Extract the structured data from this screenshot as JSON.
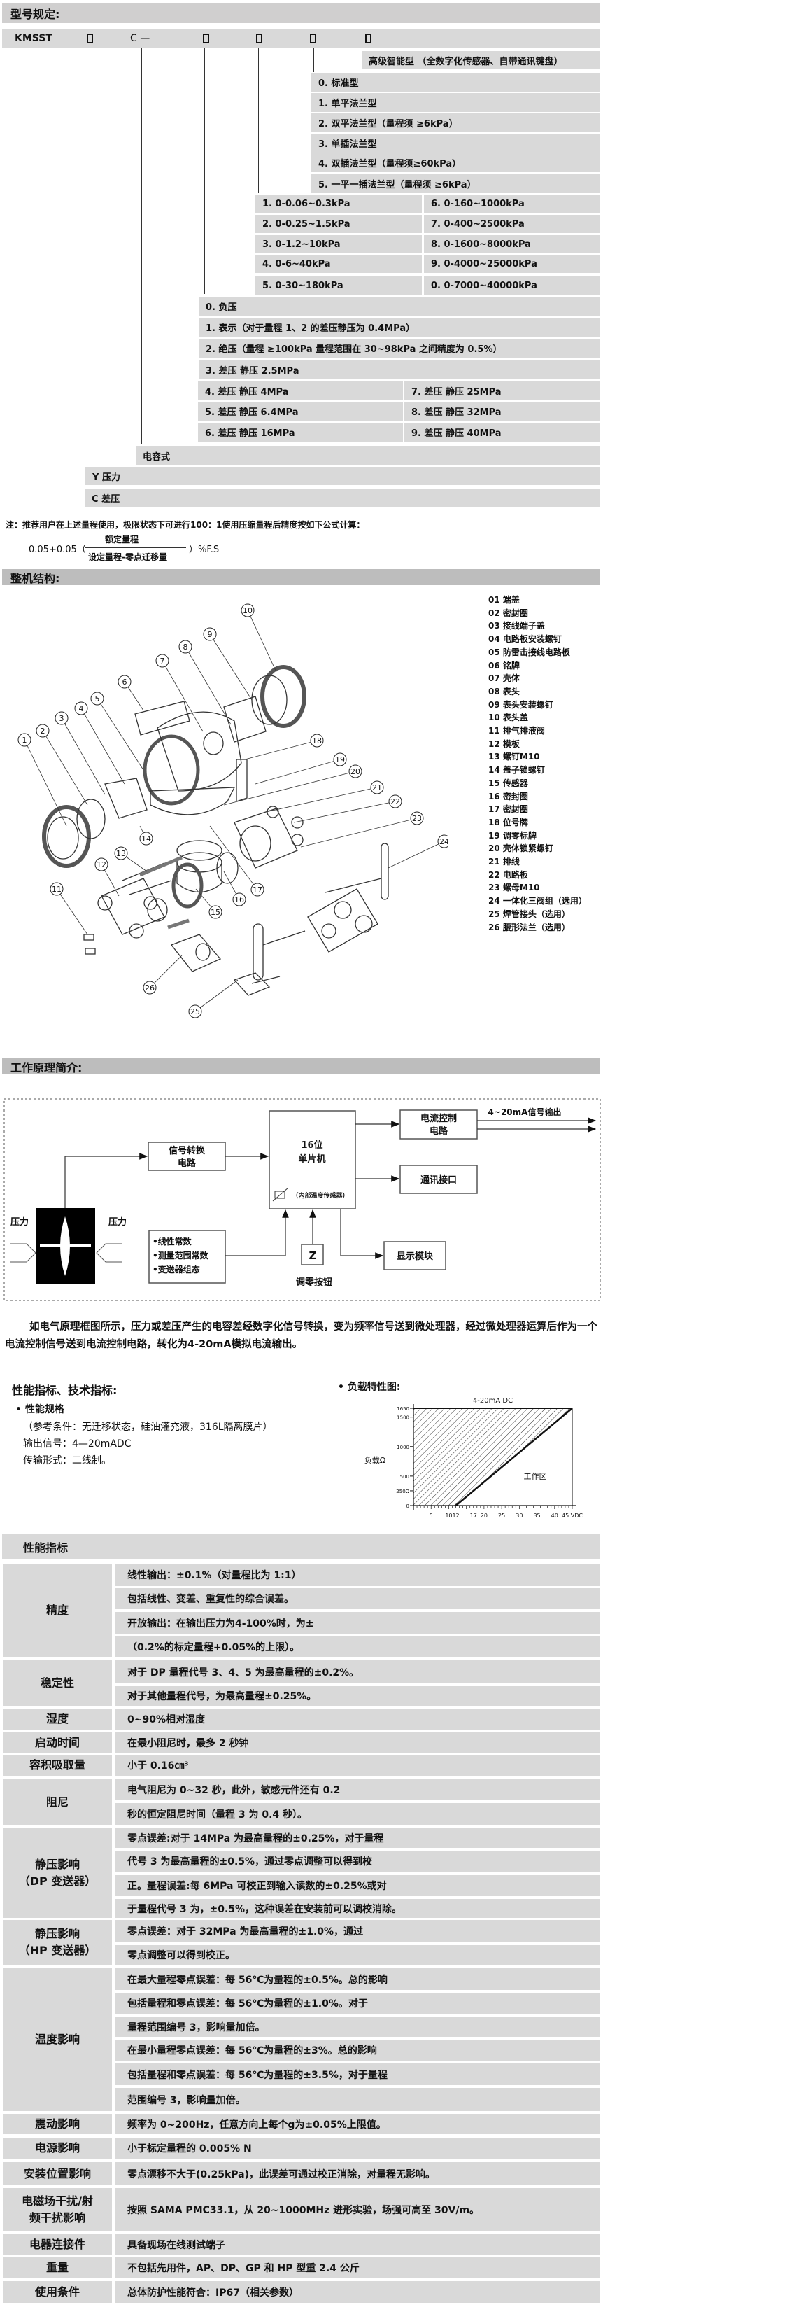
{
  "model": {
    "title": "型号规定:",
    "code_prefix": "KMSST",
    "code_c": "C —",
    "box_glyph": "□",
    "smart": "高级智能型 （全数字化传感器、自带通讯键盘）",
    "types": [
      "0. 标准型",
      "1. 单平法兰型",
      "2. 双平法兰型（量程须 ≥6kPa）",
      "3. 单插法兰型",
      "4. 双插法兰型（量程须≥60kPa）",
      "5. 一平一插法兰型（量程须 ≥6kPa）"
    ],
    "ranges_left": [
      "1. 0-0.06~0.3kPa",
      "2. 0-0.25~1.5kPa",
      "3. 0-1.2~10kPa",
      "4. 0-6~40kPa",
      "5. 0-30~180kPa"
    ],
    "ranges_right": [
      "6. 0-160~1000kPa",
      "7. 0-400~2500kPa",
      "8. 0-1600~8000kPa",
      "9. 0-4000~25000kPa",
      "0. 0-7000~40000kPa"
    ],
    "pressure_full": [
      "0. 负压",
      "1. 表示（对于量程 1、2 的差压静压为 0.4MPa）",
      "2. 绝压（量程 ≥100kPa 量程范围在 30~98kPa 之间精度为 0.5%）",
      "3. 差压 静压 2.5MPa"
    ],
    "pressure_left": [
      "4. 差压 静压 4MPa",
      "5. 差压 静压 6.4MPa",
      "6. 差压 静压 16MPa"
    ],
    "pressure_right": [
      "7. 差压 静压 25MPa",
      "8. 差压 静压 32MPa",
      "9. 差压 静压 40MPa"
    ],
    "capacitive": "电容式",
    "kind_y": "Y 压力",
    "kind_c": "C 差压",
    "note": "注：推荐用户在上述量程使用，极限状态下可进行100：1使用压缩量程后精度按如下公式计算：",
    "formula_prefix": "0.05+0.05（",
    "formula_num": "额定量程",
    "formula_den": "设定量程-零点迁移量",
    "formula_suffix": "）%F.S"
  },
  "structure": {
    "title": "整机结构:",
    "callouts": [
      "1",
      "2",
      "3",
      "4",
      "5",
      "6",
      "7",
      "8",
      "9",
      "10",
      "11",
      "12",
      "13",
      "14",
      "15",
      "16",
      "17",
      "18",
      "19",
      "20",
      "21",
      "22",
      "23",
      "24",
      "25",
      "26"
    ],
    "legend": [
      "01 端盖",
      "02 密封圈",
      "03 接线端子盖",
      "04 电路板安装螺钉",
      "05 防雷击接线电路板",
      "06 铭牌",
      "07 壳体",
      "08 表头",
      "09 表头安装螺钉",
      "10 表头盖",
      "11 排气排液阀",
      "12 模板",
      "13 螺钉M10",
      "14 盖子锁螺钉",
      "15 传感器",
      "16 密封圈",
      "17 密封圈",
      "18 位号牌",
      "19 调零标牌",
      "20 壳体锁紧螺钉",
      "21 排线",
      "22 电路板",
      "23 螺母M10",
      "24 一体化三阀组（选用）",
      "25 焊管接头（选用）",
      "26 腰形法兰（选用）"
    ]
  },
  "principle": {
    "title": "工作原理简介:",
    "signal_conv": [
      "信号转换",
      "电路"
    ],
    "mcu": [
      "16位",
      "单片机"
    ],
    "temp_sensor": "（内部温度传感器）",
    "current_ctrl": [
      "电流控制",
      "电路"
    ],
    "output": "4~20mA信号输出",
    "comm": "通讯接口",
    "display": "显示模块",
    "params": [
      "•线性常数",
      "•测量范围常数",
      "•变送器组态"
    ],
    "zero_key": "Z",
    "zero_label": "调零按钮",
    "pressure": "压力",
    "paragraph": "如电气原理框图所示，压力或差压产生的电容差经数字化信号转换，变为频率信号送到微处理器，经过微处理器运算后作为一个电流控制信号送到电流控制电路，转化为4-20mA模拟电流输出。"
  },
  "specs": {
    "title": "性能指标、技术指标:",
    "sub": "• 性能规格",
    "ref": "（参考条件：无迁移状态，硅油灌充液，316L隔离膜片）",
    "output": "输出信号：4—20mADC",
    "transmission": "传输形式：二线制。",
    "load_title": "• 负载特性图:"
  },
  "chart_data": {
    "type": "area",
    "title": "4-20mA DC",
    "xlabel": "VDC",
    "ylabel": "负载Ω",
    "region_label": "工作区",
    "xlim": [
      0,
      45
    ],
    "ylim": [
      0,
      1650
    ],
    "x_ticks": [
      5,
      10,
      12,
      17,
      20,
      25,
      30,
      35,
      40,
      45
    ],
    "x_tick_labels": [
      "5",
      "10",
      "12",
      "17",
      "20",
      "25",
      "30",
      "35",
      "40",
      "45 VDC"
    ],
    "y_ticks": [
      0,
      250,
      500,
      1000,
      1500,
      1650
    ],
    "y_tick_labels": [
      "0",
      "250Ω",
      "500",
      "1000",
      "1500",
      "1650"
    ],
    "boundary": [
      [
        12,
        0
      ],
      [
        45,
        1650
      ]
    ],
    "grid": false
  },
  "table": {
    "title": "性能指标",
    "rows": [
      {
        "label": "精度",
        "lines": [
          "线性输出：±0.1%（对量程比为 1:1）",
          "包括线性、变差、重复性的综合误差。",
          "开放输出：在输出压力为4-100%时，为±",
          "（0.2%的标定量程+0.05%的上限）。"
        ]
      },
      {
        "label": "稳定性",
        "lines": [
          "对于 DP 量程代号 3、4、5 为最高量程的±0.2%。",
          "对于其他量程代号，为最高量程±0.25%。"
        ]
      },
      {
        "label": "湿度",
        "lines": [
          "0~90%相对湿度"
        ]
      },
      {
        "label": "启动时间",
        "lines": [
          "在最小阻尼时，最多 2 秒钟"
        ]
      },
      {
        "label": "容积吸取量",
        "lines": [
          "小于 0.16㎝³"
        ]
      },
      {
        "label": "阻尼",
        "lines": [
          "电气阻尼为 0~32 秒，此外，敏感元件还有 0.2",
          "秒的恒定阻尼时间（量程 3 为 0.4 秒）。"
        ]
      },
      {
        "label": "静压影响\n（DP 变送器）",
        "lines": [
          "零点误差:对于 14MPa 为最高量程的±0.25%，对于量程",
          "代号 3 为最高量程的±0.5%，通过零点调整可以得到校",
          "正。量程误差:每 6MPa 可校正到输入读数的±0.25%或对",
          "于量程代号 3 为，±0.5%，这种误差在安装前可以调校消除。"
        ]
      },
      {
        "label": "静压影响\n（HP 变送器）",
        "lines": [
          "零点误差：对于 32MPa 为最高量程的±1.0%，通过",
          "零点调整可以得到校正。"
        ]
      },
      {
        "label": "温度影响",
        "lines": [
          "在最大量程零点误差：每 56℃为量程的±0.5%。总的影响",
          "包括量程和零点误差：每 56℃为量程的±1.0%。对于",
          "量程范围编号 3，影响量加倍。",
          "在最小量程零点误差：每 56℃为量程的±3%。总的影响",
          "包括量程和零点误差：每 56℃为量程的±3.5%，对于量程",
          "范围编号 3，影响量加倍。"
        ]
      },
      {
        "label": "震动影响",
        "lines": [
          "频率为 0~200Hz，任意方向上每个g为±0.05%上限值。"
        ]
      },
      {
        "label": "电源影响",
        "lines": [
          "小于标定量程的 0.005% N"
        ]
      },
      {
        "label": "安装位置影响",
        "lines": [
          "零点漂移不大于(0.25kPa)，此误差可通过校正消除，对量程无影响。"
        ]
      },
      {
        "label": "电磁场干扰/射\n频干扰影响",
        "lines": [
          "按照 SAMA PMC33.1，从 20~1000MHz 进形实验，场强可高至 30V/m。"
        ]
      },
      {
        "label": "电器连接件",
        "lines": [
          "具备现场在线测试端子"
        ]
      },
      {
        "label": "重量",
        "lines": [
          "不包括先用件，AP、DP、GP 和 HP 型重 2.4 公斤"
        ]
      },
      {
        "label": "使用条件",
        "lines": [
          "总体防护性能符合：IP67（相关参数）"
        ]
      }
    ]
  },
  "colors": {
    "bar": "#d0cfcf",
    "cell": "#d9d9d9",
    "section_bar": "#bdbdbd"
  }
}
